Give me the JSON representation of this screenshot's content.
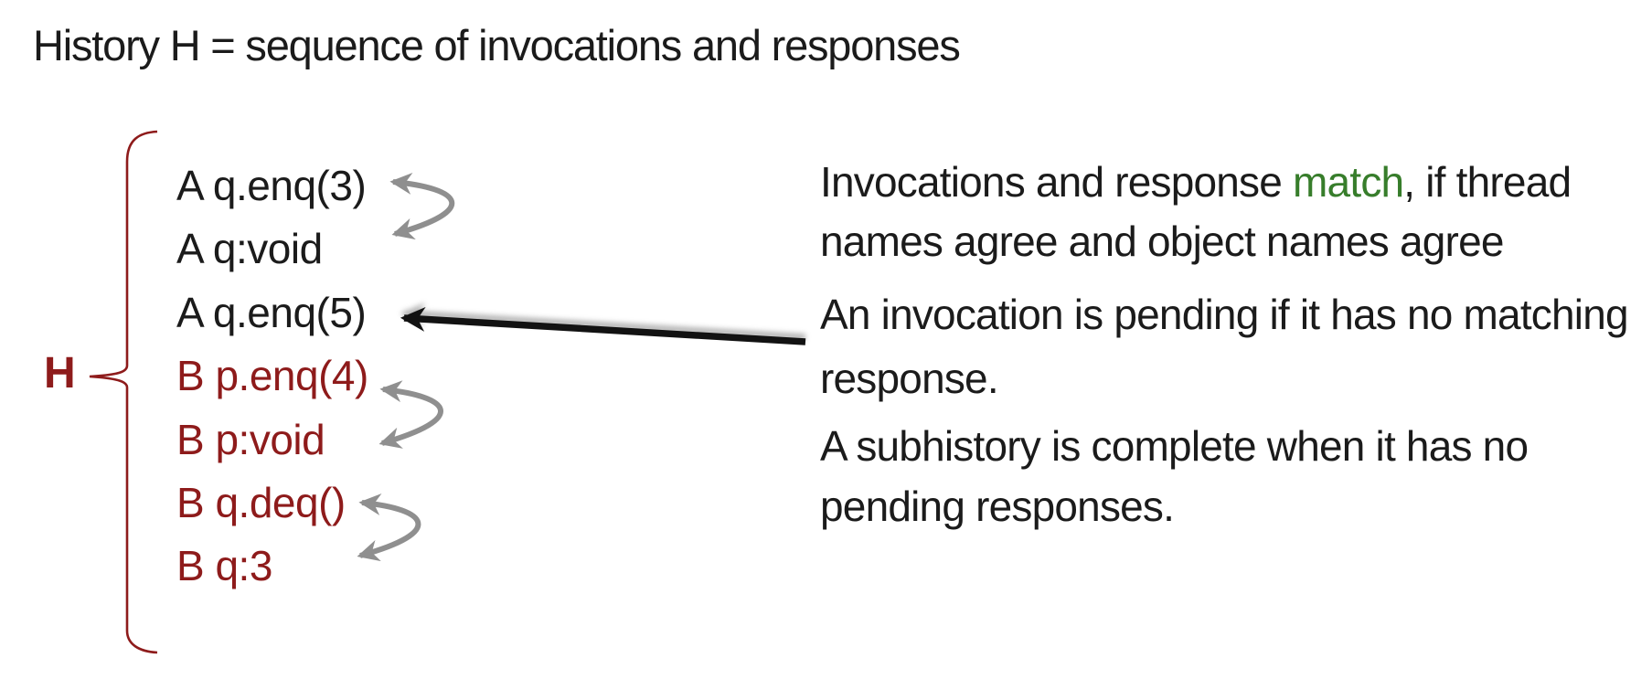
{
  "colors": {
    "background": "#ffffff",
    "text": "#1b1b1b",
    "dark_red": "#8e1b1b",
    "green": "#377d2b",
    "gray_arrow": "#8f8f8f",
    "black_arrow": "#121212"
  },
  "title": "History H = sequence of invocations and responses",
  "history": {
    "label": "H",
    "events": [
      {
        "text": "A q.enq(3)",
        "color": "#1b1b1b"
      },
      {
        "text": "A q:void",
        "color": "#1b1b1b"
      },
      {
        "text": "A q.enq(5)",
        "color": "#1b1b1b"
      },
      {
        "text": "B p.enq(4)",
        "color": "#8e1b1b"
      },
      {
        "text": "B p:void",
        "color": "#8e1b1b"
      },
      {
        "text": "B q.deq()",
        "color": "#8e1b1b"
      },
      {
        "text": "B q:3",
        "color": "#8e1b1b"
      }
    ]
  },
  "notes": {
    "match_rule": {
      "line1_pre": "Invocations and response ",
      "line1_keyword": "match",
      "line1_post": ", if thread",
      "line2": "names agree and object names agree"
    },
    "pending_rule": {
      "line1": "An invocation is pending if it has no matching",
      "line2": "response."
    },
    "complete_rule": {
      "line1": "A subhistory is complete when it has no",
      "line2": "pending responses."
    }
  },
  "icons": {
    "match_arrow": "gray curved double-headed arrow linking invocation and response",
    "pending_arrow": "long black arrow pointing at pending invocation",
    "history_brace": "dark red curly brace grouping the history events"
  }
}
